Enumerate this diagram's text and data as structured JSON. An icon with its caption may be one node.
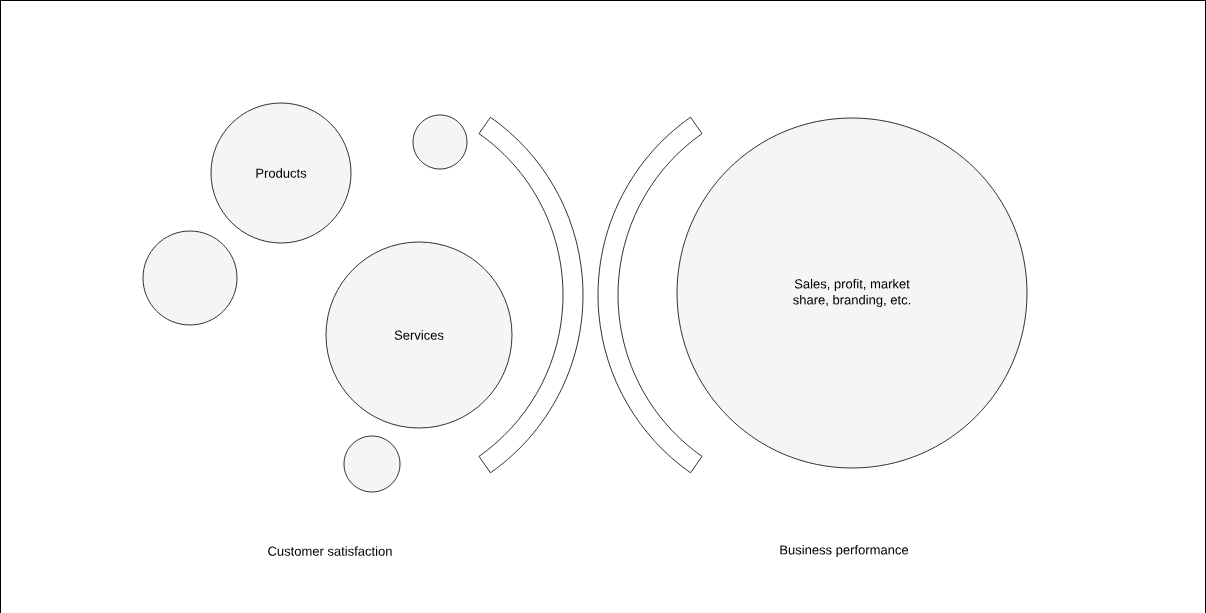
{
  "diagram": {
    "nodes": [
      {
        "text": [
          "Products"
        ]
      },
      {
        "text": [],
        "shape": "circle"
      },
      {
        "text": [],
        "shape": "circle"
      },
      {
        "text": [
          "Services"
        ]
      },
      {
        "text": [],
        "shape": "circle"
      },
      {
        "text": [],
        "shape": "arc"
      },
      {
        "text": [],
        "shape": "arc"
      },
      {
        "text": [
          "Sales, profit, market share, branding, etc."
        ]
      }
    ],
    "labels": [
      "Customer satisfaction",
      "Business performance"
    ]
  }
}
